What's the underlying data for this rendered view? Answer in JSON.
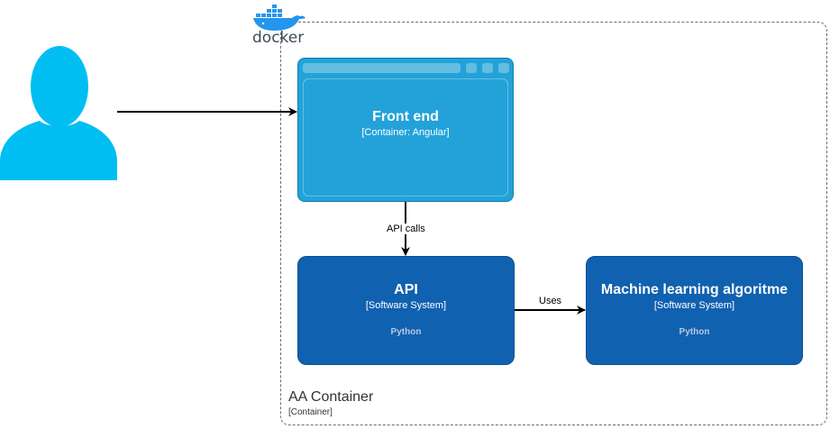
{
  "docker": {
    "wordmark": "docker",
    "logo_icon": "docker-whale-icon"
  },
  "person": {
    "icon": "person-icon"
  },
  "boundary": {
    "title": "AA Container",
    "type": "[Container]"
  },
  "frontend": {
    "title": "Front end",
    "type": "[Container: Angular]",
    "icon": "web-browser-icon"
  },
  "api": {
    "title": "API",
    "type": "[Software System]",
    "tech": "Python"
  },
  "ml": {
    "title": "Machine learning algoritme",
    "type": "[Software System]",
    "tech": "Python"
  },
  "edges": {
    "frontend_to_api": "API calls",
    "api_to_ml": "Uses"
  },
  "colors": {
    "person": "#00bef2",
    "frontend": "#23a2d9",
    "system": "#1061b0",
    "docker_blue": "#2496ed"
  }
}
